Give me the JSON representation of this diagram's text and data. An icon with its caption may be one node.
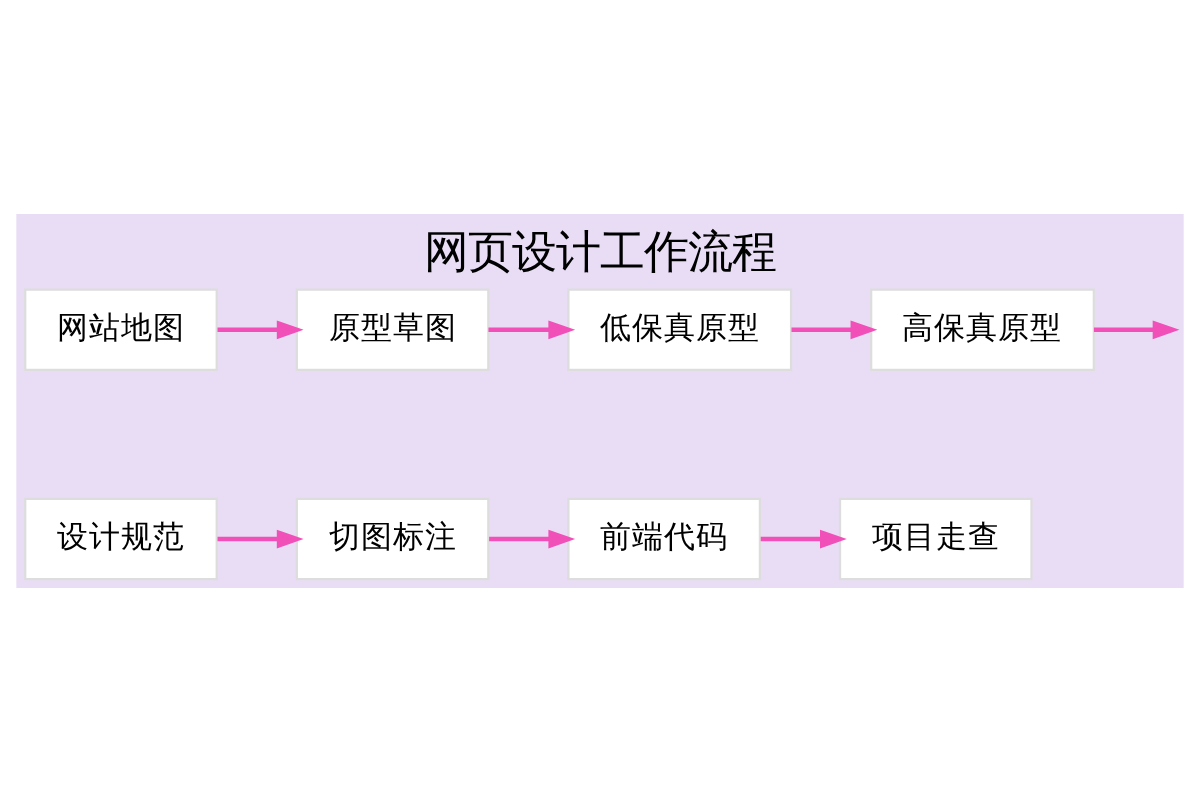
{
  "diagram": {
    "title": "网页设计工作流程",
    "nodes": [
      {
        "text": [
          "网站地图"
        ]
      },
      {
        "text": [
          "原型草图"
        ]
      },
      {
        "text": [
          "低保真原型"
        ]
      },
      {
        "text": [
          "高保真原型"
        ]
      },
      {
        "text": [
          "设计规范"
        ]
      },
      {
        "text": [
          "切图标注"
        ]
      },
      {
        "text": [
          "前端代码"
        ]
      },
      {
        "text": [
          "项目走查"
        ]
      }
    ],
    "edges": [
      {
        "from": 0,
        "to": 1,
        "arrow": "to"
      },
      {
        "from": 1,
        "to": 2,
        "arrow": "to"
      },
      {
        "from": 2,
        "to": 3,
        "arrow": "to"
      },
      {
        "from": 3,
        "to": null,
        "arrow": "to"
      },
      {
        "from": 4,
        "to": 5,
        "arrow": "to"
      },
      {
        "from": 5,
        "to": 6,
        "arrow": "to"
      },
      {
        "from": 6,
        "to": 7,
        "arrow": "to"
      }
    ]
  }
}
